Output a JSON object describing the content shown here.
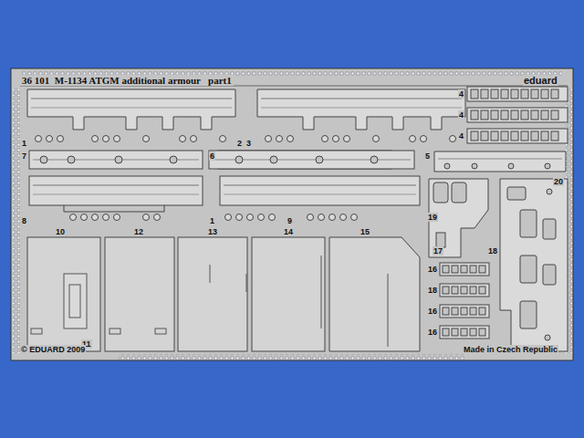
{
  "diagram": {
    "title": "36 101  M-1134 ATGM additional armour   part1",
    "labels": [
      "4",
      "4",
      "4",
      "eduard",
      "1",
      "2",
      "3",
      "7",
      "6",
      "5",
      "20",
      "19",
      "8",
      "1",
      "9",
      "10",
      "12",
      "13",
      "14",
      "15",
      "17",
      "18",
      "16",
      "18",
      "16",
      "16",
      "11",
      "© EDUARD 2009",
      "Made in Czech Republic"
    ]
  }
}
